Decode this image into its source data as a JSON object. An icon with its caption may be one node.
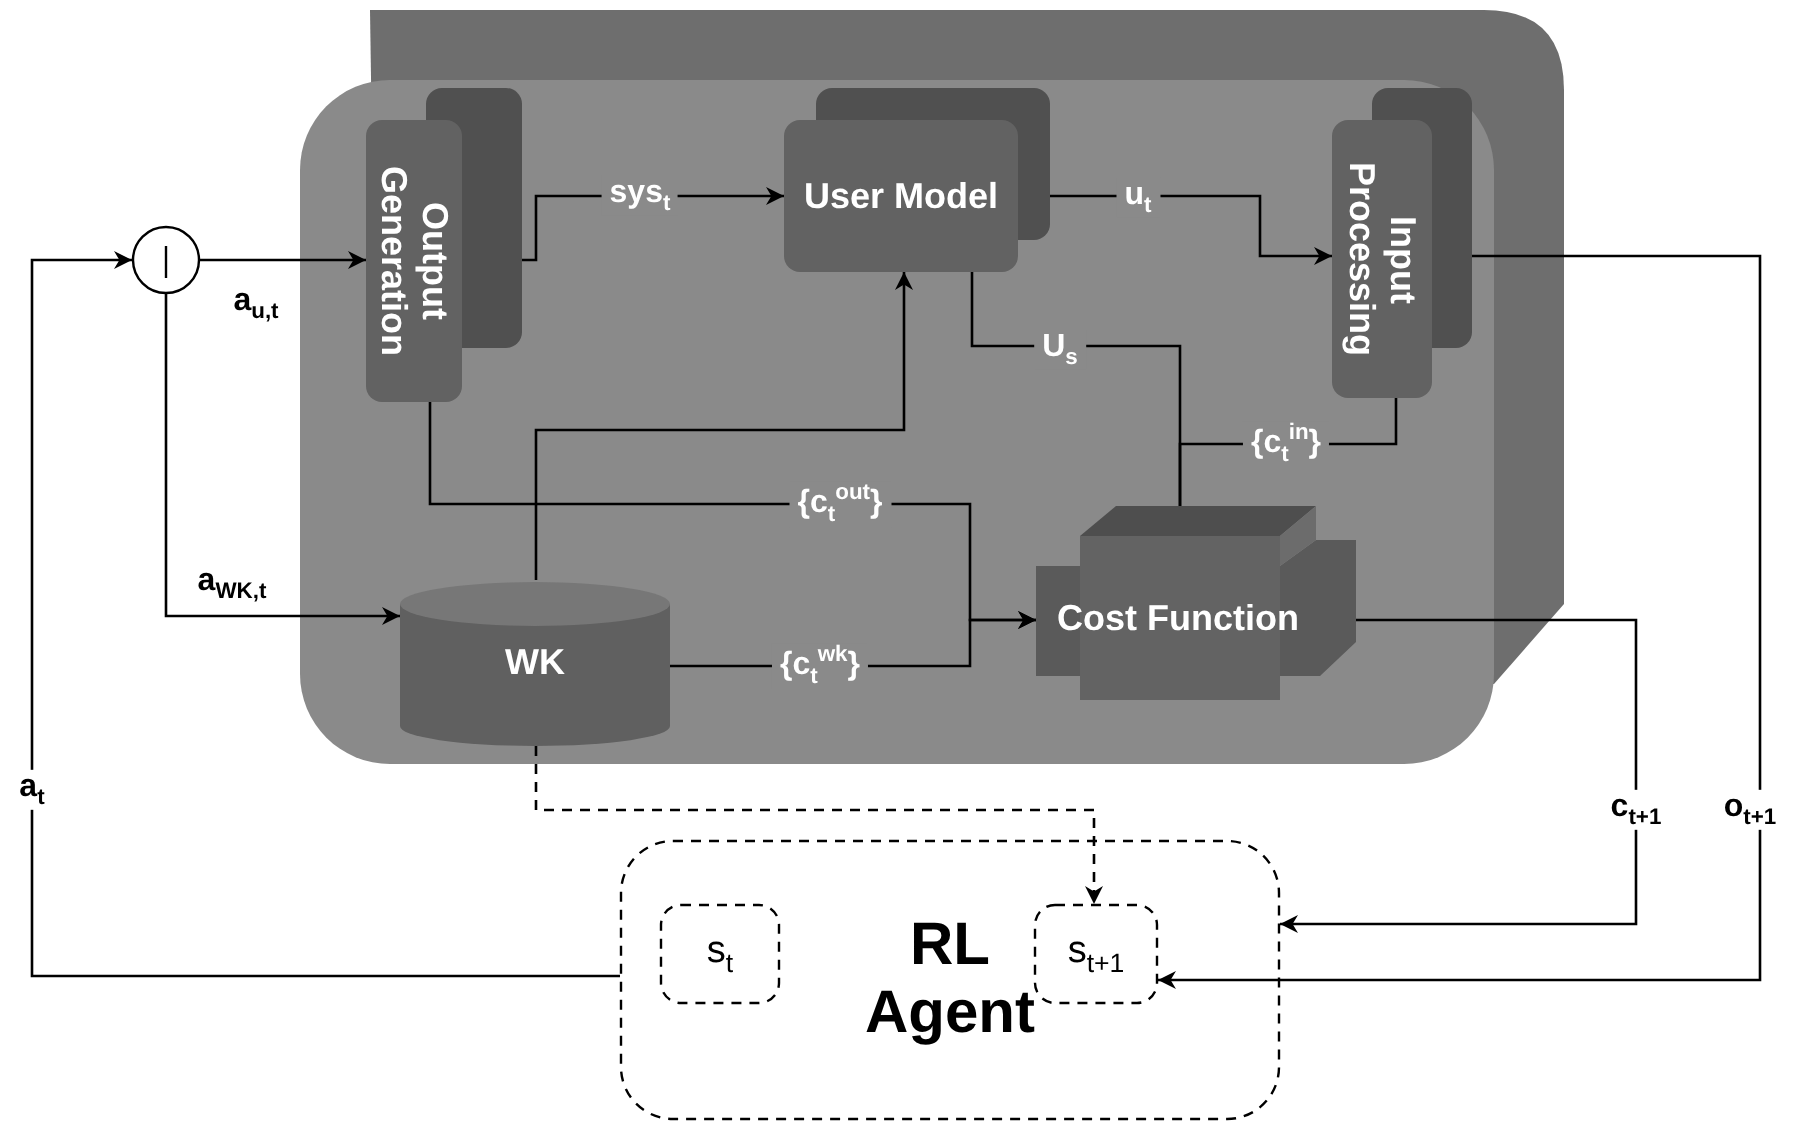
{
  "diagram": {
    "nodes": [
      {
        "text": [],
        "shape": "box"
      },
      {
        "text": [
          "Output Generation"
        ],
        "in": 0
      },
      {
        "text": [
          "User Model"
        ],
        "in": 0
      },
      {
        "text": [
          "Input Processing"
        ],
        "in": 0
      },
      {
        "text": [
          "WK"
        ],
        "in": 0
      },
      {
        "text": [
          "Cost Function"
        ],
        "in": 0
      },
      {
        "text": [],
        "shape": "circle"
      },
      {
        "text": [
          "RL Agent"
        ]
      },
      {
        "text": [
          "s$_{t}$"
        ],
        "in": 7
      },
      {
        "text": [
          "s$_{t+1}$"
        ],
        "in": 7
      }
    ],
    "edges": [
      {
        "from": 7,
        "to": 6,
        "arrow": "to",
        "label": "a$_{t}$"
      },
      {
        "from": 6,
        "to": 1,
        "arrow": "to",
        "label": "a$_{u,t}$"
      },
      {
        "from": 6,
        "to": 4,
        "arrow": "to",
        "label": "a$_{WK,t}$"
      },
      {
        "from": 1,
        "to": 2,
        "arrow": "to",
        "label": "sys$_{t}$"
      },
      {
        "from": 2,
        "to": 3,
        "arrow": "to",
        "label": "u$_{t}$"
      },
      {
        "from": 4,
        "to": 2,
        "arrow": "to"
      },
      {
        "from": 2,
        "to": 5,
        "arrow": "to",
        "label": "U$_{s}$"
      },
      {
        "from": 3,
        "to": 5,
        "arrow": "to",
        "label": "{c$_{t}$$^{in}$}"
      },
      {
        "from": 1,
        "to": 5,
        "arrow": "to",
        "label": "{c$_{t}$$^{out}$}"
      },
      {
        "from": 4,
        "to": 5,
        "arrow": "to",
        "label": "{c$_{t}$$^{wk}$}"
      },
      {
        "from": 5,
        "to": 7,
        "arrow": "to",
        "label": "c$_{t+1}$"
      },
      {
        "from": 3,
        "to": 9,
        "arrow": "to",
        "label": "o$_{t+1}$"
      },
      {
        "from": 4,
        "to": 9,
        "arrow": "to",
        "style": "dashed"
      }
    ]
  }
}
